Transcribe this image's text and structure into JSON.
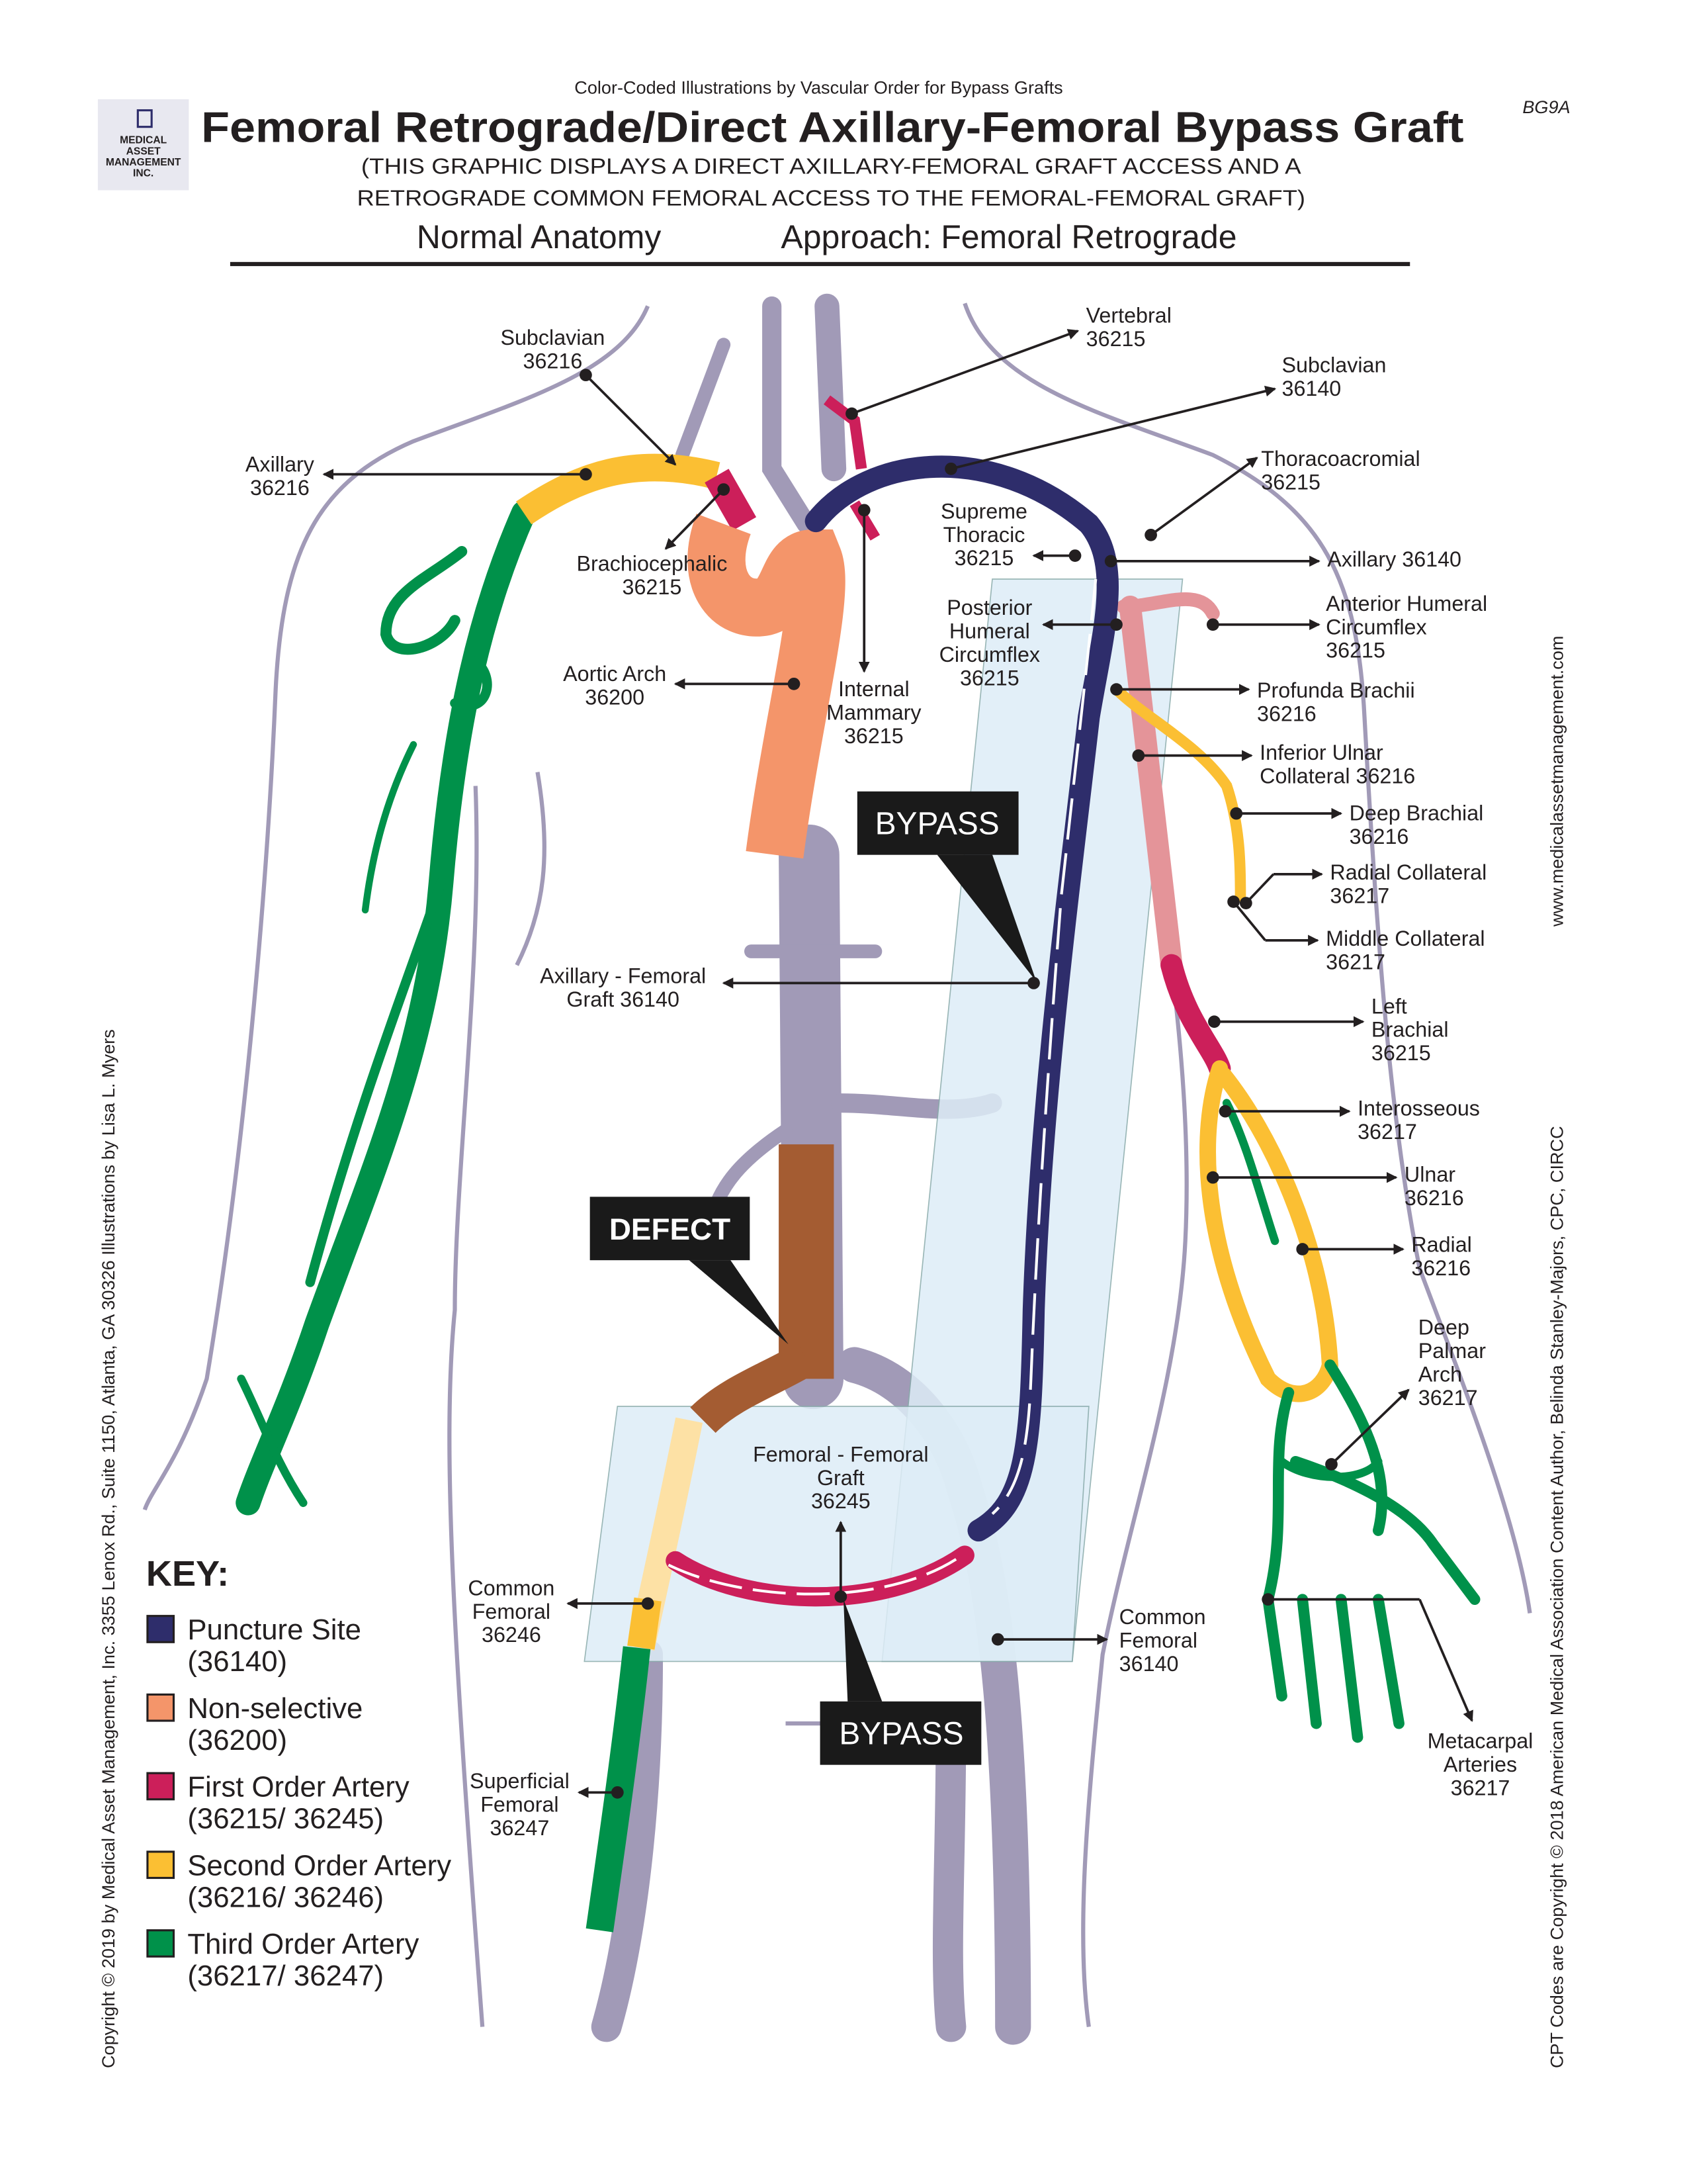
{
  "header": {
    "series_title": "Color-Coded Illustrations by Vascular Order for Bypass Grafts",
    "title": "Femoral Retrograde/Direct Axillary-Femoral Bypass Graft",
    "code": "BG9A",
    "subtitle_line1": "(THIS GRAPHIC DISPLAYS A DIRECT AXILLARY-FEMORAL GRAFT ACCESS AND A",
    "subtitle_line2": "RETROGRADE COMMON FEMORAL ACCESS TO THE FEMORAL-FEMORAL GRAFT)",
    "anatomy": "Normal Anatomy",
    "approach": "Approach: Femoral Retrograde",
    "logo_text": [
      "MEDICAL",
      "ASSET",
      "MANAGEMENT",
      "INC."
    ]
  },
  "colors": {
    "puncture_site": "#2e2d6b",
    "non_selective": "#f4956a",
    "first_order": "#cc1f5a",
    "second_order": "#fbbf33",
    "third_order": "#00914a",
    "vein": "#a19ab7",
    "defect": "#a45c32",
    "graft_region": "#deedf7"
  },
  "callouts": {
    "bypass_top": "BYPASS",
    "bypass_bottom": "BYPASS",
    "defect": "DEFECT"
  },
  "labels": [
    {
      "id": "subclavian-r",
      "lines": [
        "Subclavian",
        "36216"
      ]
    },
    {
      "id": "axillary-r",
      "lines": [
        "Axillary",
        "36216"
      ]
    },
    {
      "id": "brachiocephalic",
      "lines": [
        "Brachiocephalic",
        "36215"
      ]
    },
    {
      "id": "aortic-arch",
      "lines": [
        "Aortic Arch",
        "36200"
      ]
    },
    {
      "id": "internal-mammary",
      "lines": [
        "Internal",
        "Mammary",
        "36215"
      ]
    },
    {
      "id": "vertebral",
      "lines": [
        "Vertebral",
        "36215"
      ]
    },
    {
      "id": "subclavian-l",
      "lines": [
        "Subclavian",
        "36140"
      ]
    },
    {
      "id": "thoracoacromial",
      "lines": [
        "Thoracoacromial",
        "36215"
      ]
    },
    {
      "id": "supreme-thoracic",
      "lines": [
        "Supreme",
        "Thoracic",
        "36215"
      ]
    },
    {
      "id": "axillary-l",
      "lines": [
        "Axillary  36140"
      ]
    },
    {
      "id": "posterior-humeral",
      "lines": [
        "Posterior",
        "Humeral",
        "Circumflex",
        "36215"
      ]
    },
    {
      "id": "anterior-humeral",
      "lines": [
        "Anterior Humeral",
        "Circumflex",
        "36215"
      ]
    },
    {
      "id": "profunda-brachii",
      "lines": [
        "Profunda Brachii",
        "36216"
      ]
    },
    {
      "id": "inferior-ulnar",
      "lines": [
        "Inferior Ulnar",
        "Collateral  36216"
      ]
    },
    {
      "id": "deep-brachial",
      "lines": [
        "Deep Brachial",
        "36216"
      ]
    },
    {
      "id": "radial-collateral",
      "lines": [
        "Radial Collateral",
        "36217"
      ]
    },
    {
      "id": "middle-collateral",
      "lines": [
        "Middle Collateral",
        "36217"
      ]
    },
    {
      "id": "axillary-femoral-graft",
      "lines": [
        "Axillary - Femoral",
        "Graft  36140"
      ]
    },
    {
      "id": "left-brachial",
      "lines": [
        "Left",
        "Brachial",
        "36215"
      ]
    },
    {
      "id": "interosseous",
      "lines": [
        "Interosseous",
        "36217"
      ]
    },
    {
      "id": "ulnar",
      "lines": [
        "Ulnar",
        "36216"
      ]
    },
    {
      "id": "radial",
      "lines": [
        "Radial",
        "36216"
      ]
    },
    {
      "id": "deep-palmar-arch",
      "lines": [
        "Deep",
        "Palmar",
        "Arch",
        "36217"
      ]
    },
    {
      "id": "femoral-femoral-graft",
      "lines": [
        "Femoral - Femoral",
        "Graft",
        "36245"
      ]
    },
    {
      "id": "common-femoral-r",
      "lines": [
        "Common",
        "Femoral",
        "36246"
      ]
    },
    {
      "id": "common-femoral-l",
      "lines": [
        "Common",
        "Femoral",
        "36140"
      ]
    },
    {
      "id": "superficial-femoral",
      "lines": [
        "Superficial",
        "Femoral",
        "36247"
      ]
    },
    {
      "id": "metacarpal",
      "lines": [
        "Metacarpal",
        "Arteries",
        "36217"
      ]
    }
  ],
  "key": {
    "title": "KEY:",
    "items": [
      {
        "name": "Puncture Site",
        "code": "(36140)",
        "color": "#2e2d6b"
      },
      {
        "name": "Non-selective",
        "code": "(36200)",
        "color": "#f4956a"
      },
      {
        "name": "First Order Artery",
        "code": "(36215/ 36245)",
        "color": "#cc1f5a"
      },
      {
        "name": "Second Order Artery",
        "code": "(36216/ 36246)",
        "color": "#fbbf33"
      },
      {
        "name": "Third Order Artery",
        "code": "(36217/ 36247)",
        "color": "#00914a"
      }
    ]
  },
  "side_text": {
    "left": "Copyright © 2019 by Medical Asset Management, Inc. 3355 Lenox Rd., Suite 1150, Atlanta, GA 30326  Illustrations by Lisa L. Myers",
    "right_1": "CPT Codes are Copyright © 2018 American Medical Association  Content Author, Belinda Stanley-Majors, CPC, CIRCC",
    "right_2": "www.medicalassetmanagement.com"
  }
}
